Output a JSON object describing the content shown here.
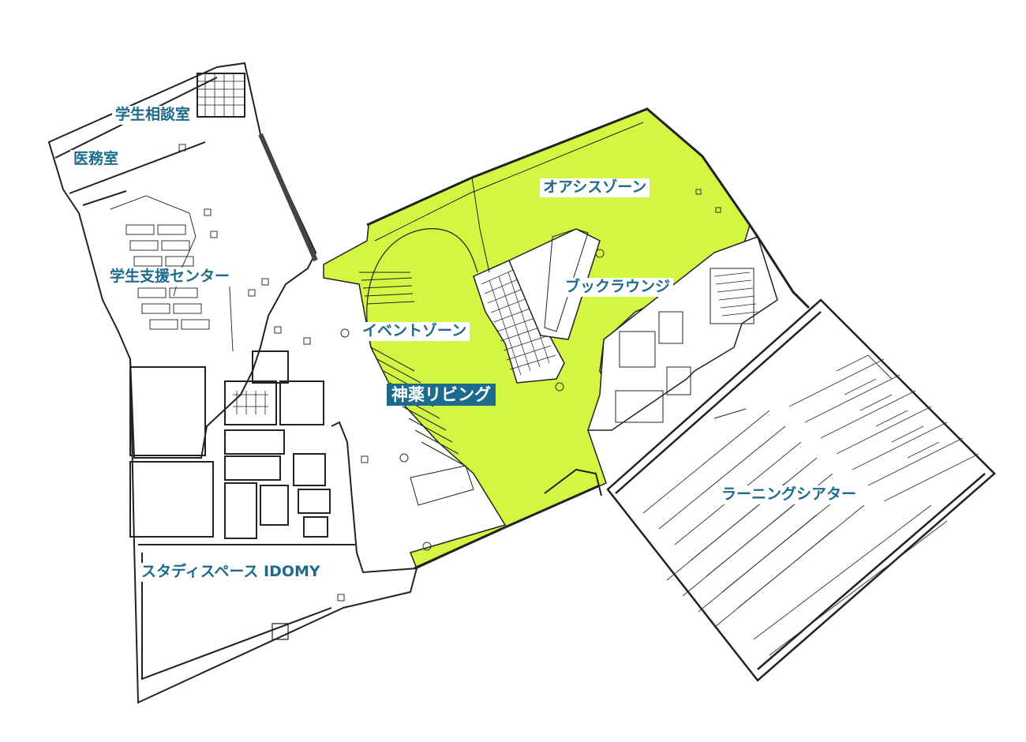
{
  "map": {
    "colors": {
      "highlight_fill": "#d4f542",
      "wall": "#222222",
      "label_text": "#1d6b8c",
      "label_bg": "#ffffff",
      "featured_label_bg": "#1d6b8c",
      "featured_label_text": "#ffffff"
    },
    "labels": {
      "student_counseling": "学生相談室",
      "medical_room": "医務室",
      "student_support": "学生支援センター",
      "event_zone": "イベントゾーン",
      "oasis_zone": "オアシスゾーン",
      "book_lounge": "ブックラウンジ",
      "jinyaku_living": "神薬リビング",
      "learning_theater": "ラーニングシアター",
      "study_space": "スタディスペース IDOMY"
    }
  }
}
